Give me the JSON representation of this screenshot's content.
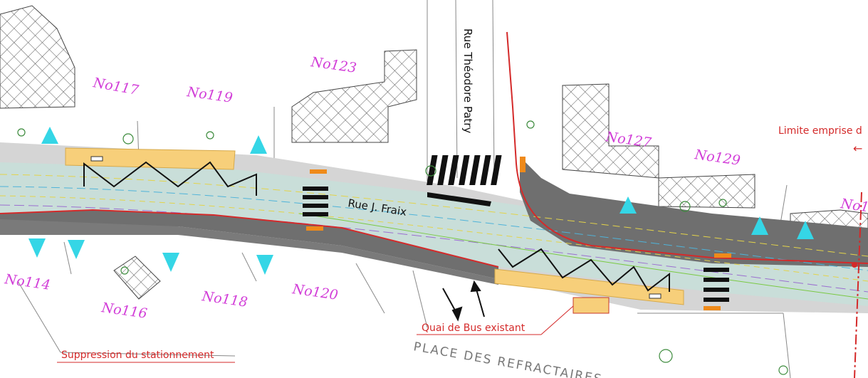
{
  "plan": {
    "streets": {
      "main": "Rue J. Fraix",
      "side": "Rue Théodore Patry",
      "square": "PLACE DES REFRACTAIRES"
    },
    "lots": [
      "No117",
      "No119",
      "No123",
      "No127",
      "No129",
      "No1",
      "No114",
      "No116",
      "No118",
      "No120"
    ],
    "annotations": {
      "limit": "Limite emprise d",
      "bus_stop": "Quai de Bus existant",
      "parking": "Suppression du stationnement"
    },
    "colors": {
      "accent_red": "#d42a2a",
      "lot_label": "#d23fd8",
      "road_asphalt": "#6f6f6f",
      "bus_platform": "#f7cf7a",
      "arrow_cyan": "#35d6e6",
      "carriageway": "#c9ded9"
    }
  }
}
